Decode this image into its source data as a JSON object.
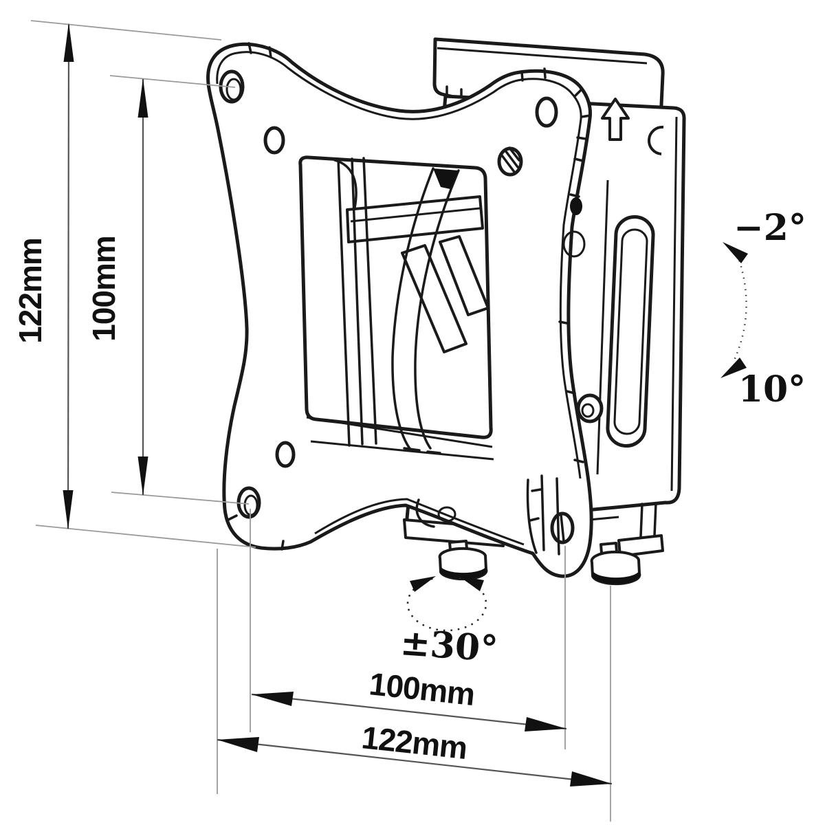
{
  "drawing": {
    "background_color": "#ffffff",
    "line_color": "#1a1a1a",
    "extension_line_color": "#9a9a9a",
    "labels": {
      "height_overall": "122mm",
      "height_hole_spacing": "100mm",
      "width_hole_spacing": "100mm",
      "width_overall": "122mm",
      "swivel_range": "±30°",
      "tilt_up": "−2°",
      "tilt_down": "10°"
    },
    "icons": {
      "orientation_arrow": "up-arrow"
    }
  }
}
